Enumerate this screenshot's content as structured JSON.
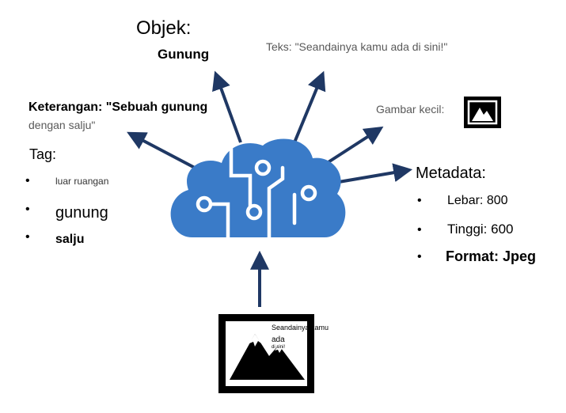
{
  "colors": {
    "arrow": "#1f3864",
    "cloud": "#3a7bc8",
    "circuit": "#ffffff",
    "gray_text": "#595959"
  },
  "icons": {
    "cloud": "cloud-circuit-icon",
    "thumbnail": "image-thumbnail-icon",
    "input_image": "mountain-image-icon"
  },
  "objects": {
    "title": "Objek:",
    "item": "Gunung"
  },
  "text_output": {
    "label": "Teks: \"Seandainya kamu ada di sini!\""
  },
  "caption": {
    "line1": "Keterangan: \"Sebuah gunung",
    "line2": "dengan salju\""
  },
  "thumbnail": {
    "label": "Gambar kecil:"
  },
  "tags": {
    "title": "Tag:",
    "items": [
      "luar ruangan",
      "gunung",
      "salju"
    ]
  },
  "metadata": {
    "title": "Metadata:",
    "items": [
      "Lebar: 800",
      "Tinggi: 600",
      "Format: Jpeg"
    ]
  },
  "input_image": {
    "text_line1": "Seandainya kamu",
    "text_line2": "ada",
    "text_line3": "di sini!"
  }
}
